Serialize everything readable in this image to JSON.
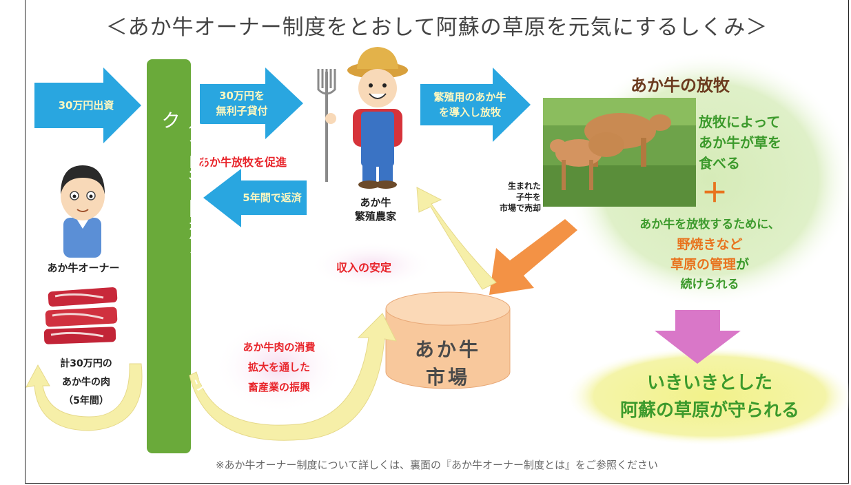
{
  "title": "＜あか牛オーナー制度をとおして阿蘇の草原を元気にするしくみ＞",
  "footnote": "※あか牛オーナー制度について詳しくは、裏面の『あか牛オーナー制度とは』をご参照ください",
  "trust": {
    "name": "（公財）阿蘇グリーンストック"
  },
  "owner": {
    "label": "あか牛オーナー",
    "invest_arrow": "30万円出資",
    "meat_line1": "計30万円の",
    "meat_line2": "あか牛の肉",
    "meat_line3": "（5年間）"
  },
  "loan": {
    "line1": "30万円を",
    "line2": "無利子貸付",
    "promote": "あか牛放牧を促進",
    "repay": "5年間で返済"
  },
  "farmer": {
    "line1": "あか牛",
    "line2": "繁殖農家",
    "arrow_line1": "繁殖用のあか牛",
    "arrow_line2": "を導入し放牧",
    "income": "収入の安定"
  },
  "grazing": {
    "title": "あか牛の放牧",
    "effect_line1": "放牧によって",
    "effect_line2": "あか牛が草を",
    "effect_line3": "食べる",
    "plus": "＋",
    "manage_line1": "あか牛を放牧するために、",
    "manage_line2": "野焼きなど",
    "manage_line3a": "草原の管理",
    "manage_line3b": "が",
    "manage_line4": "続けられる",
    "calf_line1": "生まれた",
    "calf_line2": "子牛を",
    "calf_line3": "市場で売却"
  },
  "market": {
    "line1": "あか牛",
    "line2": "市場"
  },
  "consumption": {
    "line1": "あか牛肉の消費",
    "line2": "拡大を通した",
    "line3": "畜産業の振興"
  },
  "result": {
    "line1": "いきいきとした",
    "line2": "阿蘇の草原が守られる"
  },
  "colors": {
    "blue_arrow": "#29a6e0",
    "trust_green": "#6aaa3a",
    "grazing_bg": "#d6ebb8",
    "result_bg": "#f2f28a",
    "market": "#f8c89c",
    "orange_arrow": "#f39245",
    "pink_arrow": "#d977c8",
    "yellow_arrow": "#f6efa8"
  }
}
